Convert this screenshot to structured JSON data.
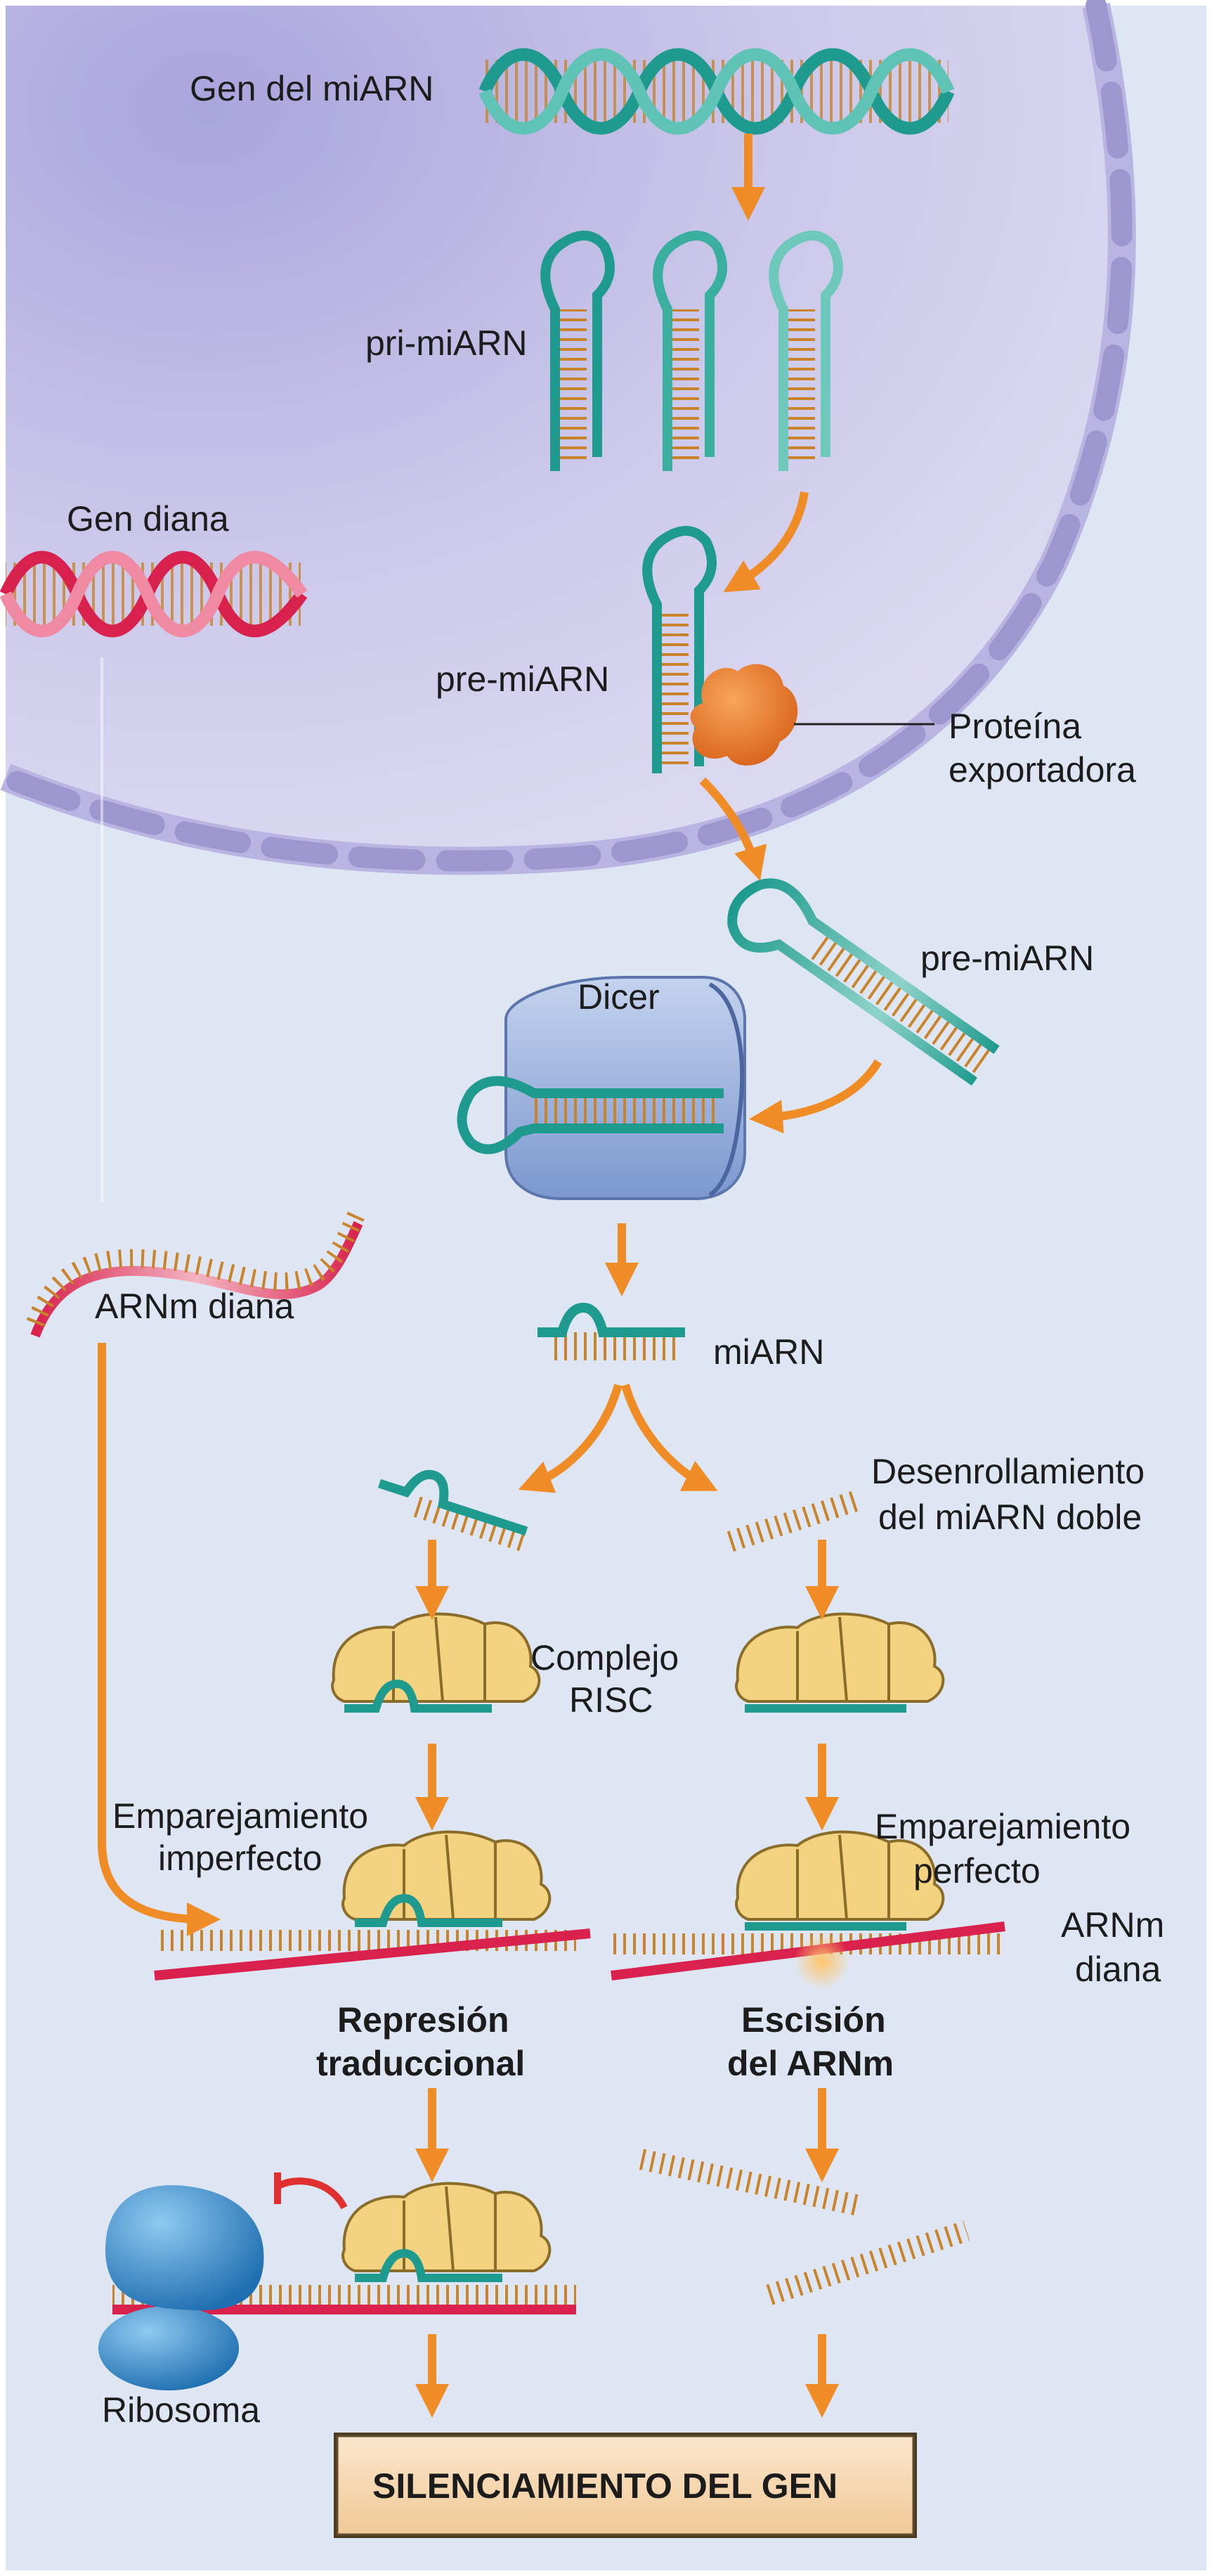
{
  "labels": {
    "mirna_gene": "Gen del miARN",
    "pri_mirna": "pri-miARN",
    "target_gene": "Gen diana",
    "pre_mirna_nucleus": "pre-miARN",
    "exporter_line1": "Proteína",
    "exporter_line2": "exportadora",
    "pre_mirna_cytoplasm": "pre-miARN",
    "dicer": "Dicer",
    "target_mrna": "ARNm diana",
    "mirna": "miARN",
    "unwinding_line1": "Desenrollamiento",
    "unwinding_line2": "del miARN doble",
    "risc_line1": "Complejo",
    "risc_line2": "RISC",
    "imperfect_line1": "Emparejamiento",
    "imperfect_line2": "imperfecto",
    "perfect_line1": "Emparejamiento",
    "perfect_line2": "perfecto",
    "target_mrna2_line1": "ARNm",
    "target_mrna2_line2": "diana",
    "repression_line1": "Represión",
    "repression_line2": "traduccional",
    "cleavage_line1": "Escisión",
    "cleavage_line2": "del ARNm",
    "ribosome": "Ribosoma",
    "result": "SILENCIAMIENTO DEL GEN"
  },
  "colors": {
    "background": "#dfe6f3",
    "nucleus": "#cdc9e8",
    "nucleus_envelope": "#9c97cf",
    "mirna_strand": "#1e9b8e",
    "target_mrna": "#d8224d",
    "arrow": "#ef8c25",
    "risc": "#f3d37f",
    "ribosome": "#2f86c9",
    "dicer": "#8aa7d8",
    "exporter": "#ef7a1d",
    "result_box": "#f6d7b0"
  }
}
